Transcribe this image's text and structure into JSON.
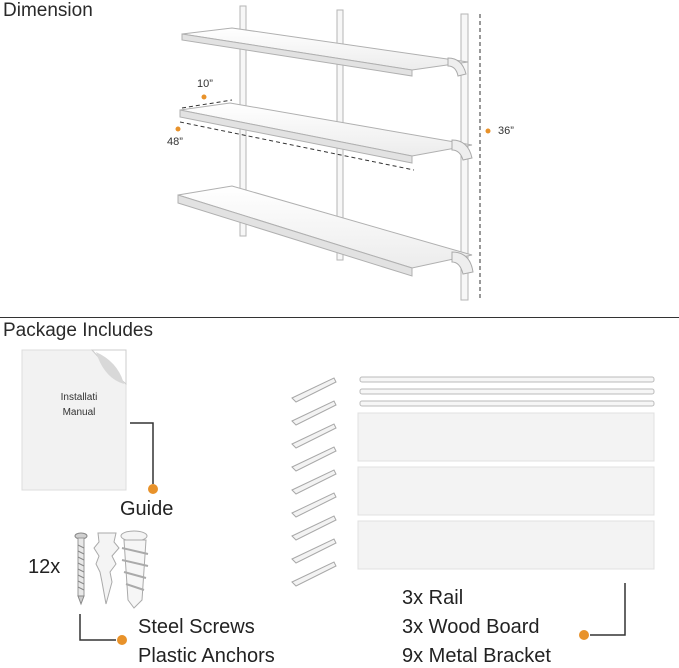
{
  "sections": {
    "dimension_title": "Dimension",
    "package_title": "Package Includes"
  },
  "dimensions": {
    "depth": "10”",
    "width": "48”",
    "height": "36”"
  },
  "guide": {
    "manual_text_line1": "Installati",
    "manual_text_line2": "Manual",
    "label": "Guide"
  },
  "hardware": {
    "quantity": "12x",
    "label_line1": "Steel Screws",
    "label_line2": "Plastic Anchors"
  },
  "parts": {
    "line1": "3x Rail",
    "line2": "3x Wood Board",
    "line3": "9x Metal Bracket"
  },
  "colors": {
    "accent": "#e8922a",
    "shelf": "#f4f4f4",
    "outline": "#9a9a9a"
  }
}
